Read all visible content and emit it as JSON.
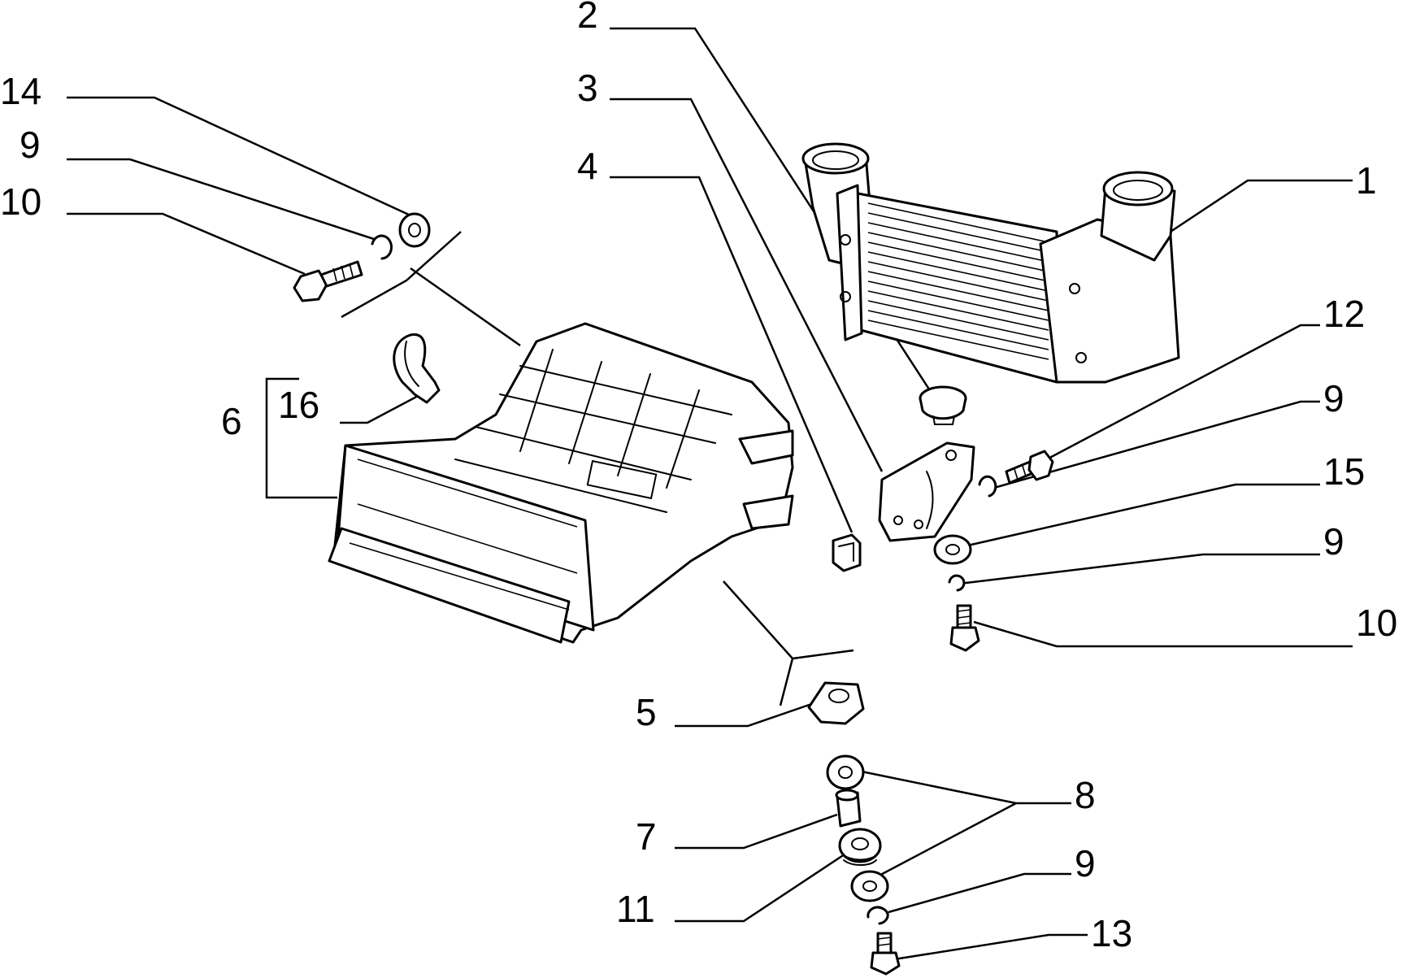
{
  "callouts": [
    {
      "id": "c1",
      "text": "1"
    },
    {
      "id": "c2",
      "text": "2"
    },
    {
      "id": "c3",
      "text": "3"
    },
    {
      "id": "c4",
      "text": "4"
    },
    {
      "id": "c5",
      "text": "5"
    },
    {
      "id": "c6",
      "text": "6"
    },
    {
      "id": "c7",
      "text": "7"
    },
    {
      "id": "c8",
      "text": "8"
    },
    {
      "id": "c9a",
      "text": "9"
    },
    {
      "id": "c9b",
      "text": "9"
    },
    {
      "id": "c9c",
      "text": "9"
    },
    {
      "id": "c9d",
      "text": "9"
    },
    {
      "id": "c10a",
      "text": "10"
    },
    {
      "id": "c10b",
      "text": "10"
    },
    {
      "id": "c11",
      "text": "11"
    },
    {
      "id": "c12",
      "text": "12"
    },
    {
      "id": "c13",
      "text": "13"
    },
    {
      "id": "c14",
      "text": "14"
    },
    {
      "id": "c15",
      "text": "15"
    },
    {
      "id": "c16",
      "text": "16"
    }
  ]
}
